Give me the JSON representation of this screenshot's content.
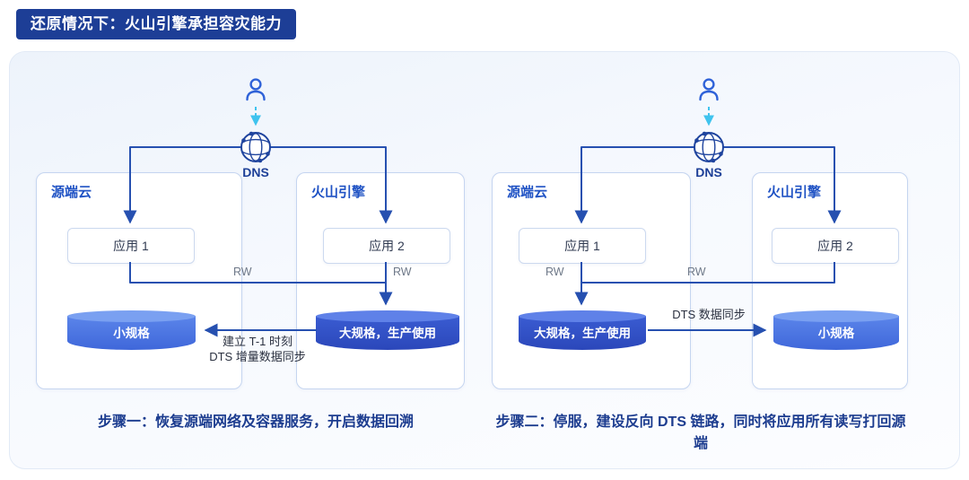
{
  "title": "还原情况下：火山引擎承担容灾能力",
  "colors": {
    "badge_bg": "#1d3e96",
    "connector_line": "#2650b0",
    "dashed_link": "#3fc3ee",
    "cylinder_small": "#4d79e6",
    "cylinder_large": "#3453c8",
    "caption_text": "#1c3c8f",
    "box_label_text": "#1f52c4"
  },
  "icons": {
    "user": "user-icon",
    "dns_globe": "dns-globe-icon",
    "arrow": "arrowhead"
  },
  "left_diagram": {
    "dns": "DNS",
    "source_cloud": "源端云",
    "volc_engine": "火山引擎",
    "app1": "应用 1",
    "app2": "应用 2",
    "rw1": "RW",
    "rw2": "RW",
    "small_db": "小规格",
    "large_db": "大规格，生产使用",
    "sync_line1": "建立 T-1 时刻",
    "sync_line2": "DTS 增量数据同步",
    "caption": "步骤一：恢复源端网络及容器服务，开启数据回溯"
  },
  "right_diagram": {
    "dns": "DNS",
    "source_cloud": "源端云",
    "volc_engine": "火山引擎",
    "app1": "应用 1",
    "app2": "应用 2",
    "rw1": "RW",
    "rw2": "RW",
    "large_db": "大规格，生产使用",
    "small_db": "小规格",
    "sync_label": "DTS 数据同步",
    "caption": "步骤二：停服，建设反向 DTS 链路，同时将应用所有读写打回源端"
  }
}
